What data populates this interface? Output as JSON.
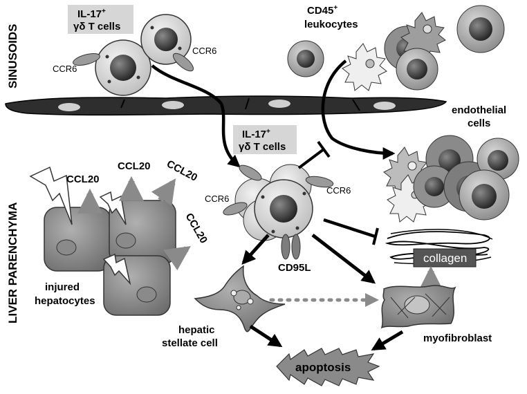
{
  "regions": {
    "sinusoids": "SINUSOIDS",
    "parenchyma": "LIVER PARENCHYMA"
  },
  "labels": {
    "il17_top_1": "IL-17",
    "il17_top_sup": "+",
    "il17_top_2": "γδ T cells",
    "il17_mid_1": "IL-17",
    "il17_mid_sup": "+",
    "il17_mid_2": "γδ T cells",
    "cd45_1": "CD45",
    "cd45_sup": "+",
    "cd45_2": "leukocytes",
    "ccr6_a": "CCR6",
    "ccr6_b": "CCR6",
    "ccr6_c": "CCR6",
    "ccr6_d": "CCR6",
    "endothelial_1": "endothelial",
    "endothelial_2": "cells",
    "ccl20_a": "CCL20",
    "ccl20_b": "CCL20",
    "ccl20_c": "CCL20",
    "ccl20_d": "CCL20",
    "injured_1": "injured",
    "injured_2": "hepatocytes",
    "cd95l": "CD95L",
    "collagen": "collagen",
    "stellate_1": "hepatic",
    "stellate_2": "stellate cell",
    "myofibroblast": "myofibroblast",
    "apoptosis": "apoptosis"
  },
  "colors": {
    "cell_light": "#d4d4d4",
    "cell_mid": "#a9a9a9",
    "cell_dark": "#7a7a7a",
    "nucleus": "#3d3d3d",
    "hepatocyte": "#8c8c8c",
    "endothelium": "#2a2a2a",
    "label_box": "#d6d6d6",
    "collagen_box": "#555555",
    "arrow_gray": "#7f7f7f"
  }
}
